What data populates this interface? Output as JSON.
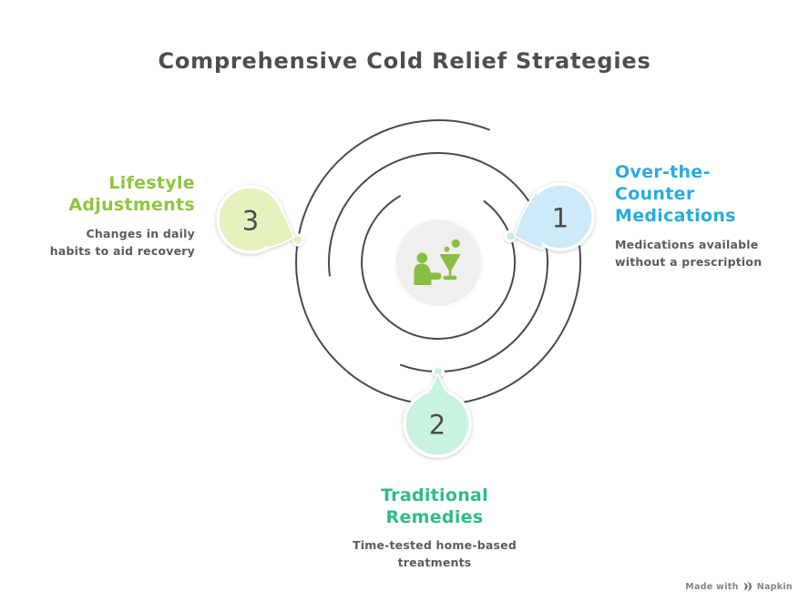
{
  "title": "Comprehensive Cold Relief Strategies",
  "nodes": [
    {
      "number": "1",
      "label": "Over-the-\nCounter\nMedications",
      "description": "Medications available\nwithout a prescription",
      "accent": "#29ABE2",
      "fill": "#CEEAF8"
    },
    {
      "number": "2",
      "label": "Traditional\nRemedies",
      "description": "Time-tested home-based\ntreatments",
      "accent": "#2EBD85",
      "fill": "#C9F2DF"
    },
    {
      "number": "3",
      "label": "Lifestyle\nAdjustments",
      "description": "Changes in daily\nhabits to aid recovery",
      "accent": "#8DC63F",
      "fill": "#E6F2BE"
    }
  ],
  "center": {
    "icon": "person-with-drink-icon",
    "icon_color": "#87BE41",
    "fill": "#EFEFEF"
  },
  "orbits": {
    "count": 3,
    "color": "#4A4A4A"
  },
  "watermark": {
    "prefix": "Made with",
    "brand": "Napkin"
  },
  "palette": {
    "title_color": "#4C4E50",
    "description_color": "#5B5C5E",
    "number_color": "#4D4D4D",
    "background": "#FFFFFF"
  }
}
